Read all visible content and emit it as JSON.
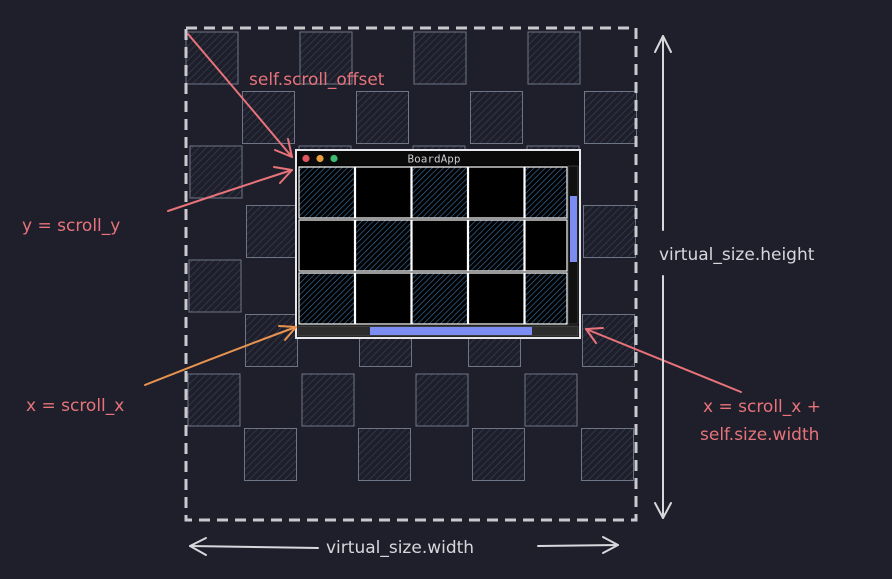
{
  "labels": {
    "scroll_offset": "self.scroll_offset",
    "scroll_y": "y = scroll_y",
    "scroll_x": "x = scroll_x",
    "scroll_x_plus_line1": "x = scroll_x +",
    "scroll_x_plus_line2": "self.size.width",
    "virtual_height": "virtual_size.height",
    "virtual_width": "virtual_size.width"
  },
  "window": {
    "title": "BoardApp",
    "buttons": [
      {
        "name": "close",
        "color": "#e05561"
      },
      {
        "name": "minimize",
        "color": "#e59f3c"
      },
      {
        "name": "maximize",
        "color": "#3dbb73"
      }
    ]
  },
  "colors": {
    "background": "#1e1f2b",
    "accent_pink": "#e8737a",
    "accent_orange": "#e8934f",
    "foreground": "#d7d7dc",
    "tile_fill": "#2a3346",
    "tile_stroke": "#7d8596",
    "hatch": "#3a6fa0",
    "scrollbar_thumb": "#7b8cf3"
  }
}
